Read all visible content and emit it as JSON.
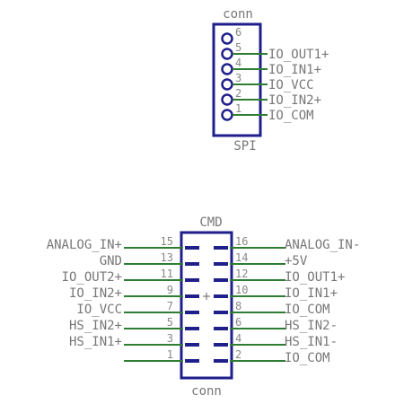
{
  "colors": {
    "body": "#1f1f8c",
    "wire": "#2e7d32",
    "text": "#777777",
    "pin_number": "#888888"
  },
  "spi": {
    "name": "SPI",
    "value": "conn",
    "pins": [
      {
        "num": "6",
        "label": ""
      },
      {
        "num": "5",
        "label": "IO_OUT1+"
      },
      {
        "num": "4",
        "label": "IO_IN1+"
      },
      {
        "num": "3",
        "label": "IO_VCC"
      },
      {
        "num": "2",
        "label": "IO_IN2+"
      },
      {
        "num": "1",
        "label": "IO_COM"
      }
    ]
  },
  "cmd": {
    "name": "CMD",
    "value": "conn",
    "rows": [
      {
        "left_label": "ANALOG_IN+",
        "left_num": "15",
        "right_num": "16",
        "right_label": "ANALOG_IN-"
      },
      {
        "left_label": "GND",
        "left_num": "13",
        "right_num": "14",
        "right_label": "+5V"
      },
      {
        "left_label": "IO_OUT2+",
        "left_num": "11",
        "right_num": "12",
        "right_label": "IO_OUT1+"
      },
      {
        "left_label": "IO_IN2+",
        "left_num": "9",
        "right_num": "10",
        "right_label": "IO_IN1+"
      },
      {
        "left_label": "IO_VCC",
        "left_num": "7",
        "right_num": "8",
        "right_label": "IO_COM"
      },
      {
        "left_label": "HS_IN2+",
        "left_num": "5",
        "right_num": "6",
        "right_label": "HS_IN2-"
      },
      {
        "left_label": "HS_IN1+",
        "left_num": "3",
        "right_num": "4",
        "right_label": "HS_IN1-"
      },
      {
        "left_label": "",
        "left_num": "1",
        "right_num": "2",
        "right_label": "IO_COM"
      }
    ]
  }
}
